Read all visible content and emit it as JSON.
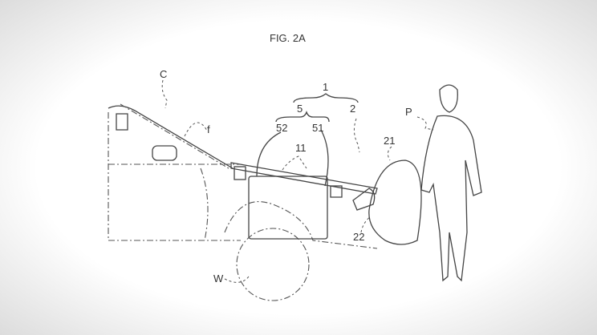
{
  "figure": {
    "title": "FIG. 2A",
    "labels": {
      "car": "C",
      "frame": "f",
      "system": "1",
      "unit5": "5",
      "unit2": "2",
      "part52": "52",
      "part51": "51",
      "part11": "11",
      "part21": "21",
      "part22": "22",
      "wheel": "W",
      "person": "P"
    }
  }
}
